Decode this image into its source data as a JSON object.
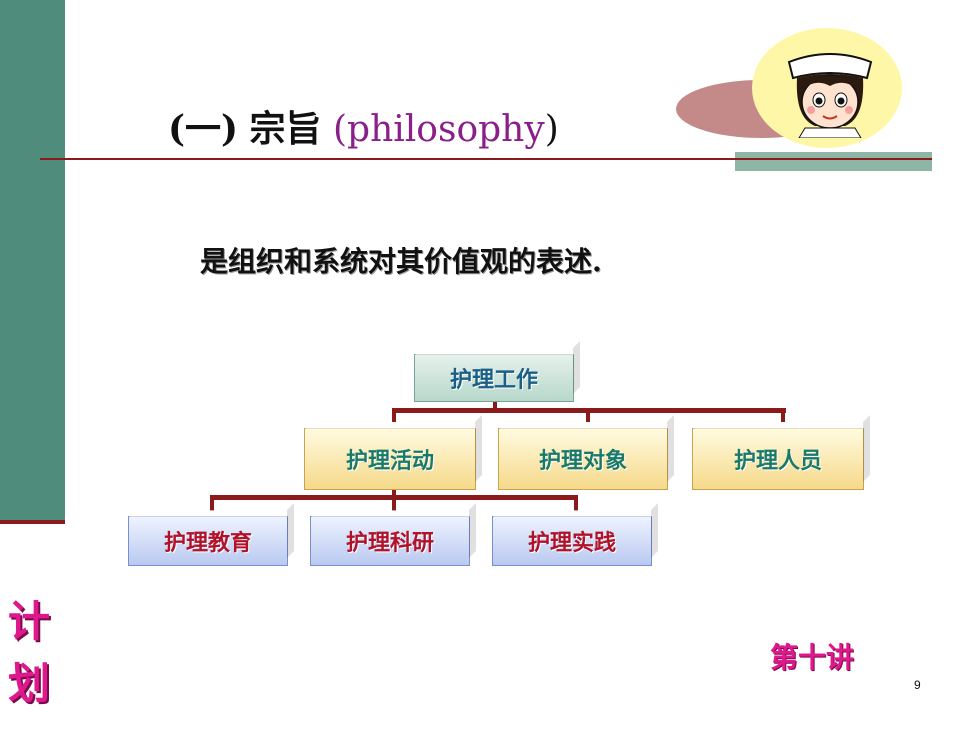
{
  "sidebar": {
    "chars": [
      "计",
      "划"
    ]
  },
  "header": {
    "title_prefix": "(一)",
    "title_cn": "宗旨",
    "title_en": "(philosophy",
    "title_close": ")"
  },
  "statement": "是组织和系统对其价值观的表述.",
  "org_chart": {
    "root": "护理工作",
    "level2": [
      "护理活动",
      "护理对象",
      "护理人员"
    ],
    "level3": [
      "护理教育",
      "护理科研",
      "护理实践"
    ]
  },
  "footer": {
    "lecture": "第十讲",
    "page_number": "9"
  },
  "colors": {
    "sidebar": "#4f8c7c",
    "accent_rule": "#8b1a1a",
    "magenta": "#e0188e",
    "title_en": "#8a1f8a"
  },
  "icons": [
    "nurse-avatar-icon"
  ]
}
